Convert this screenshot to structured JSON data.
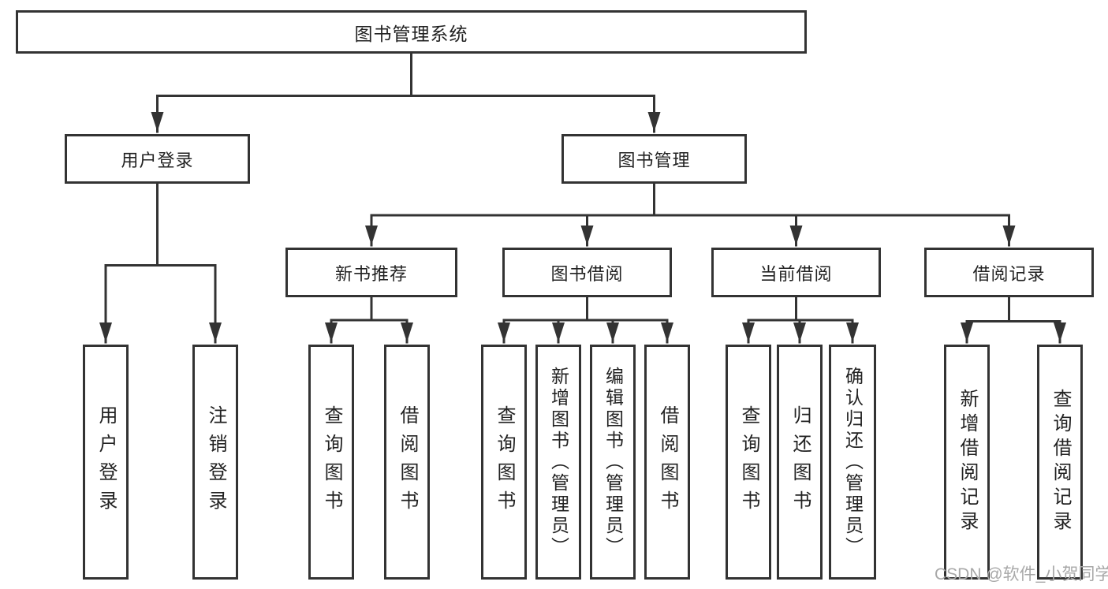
{
  "diagram": {
    "root": {
      "label": "图书管理系统",
      "children": [
        {
          "label": "用户登录",
          "children": [
            {
              "label": "用户登录"
            },
            {
              "label": "注销登录"
            }
          ]
        },
        {
          "label": "图书管理",
          "children": [
            {
              "label": "新书推荐",
              "children": [
                {
                  "label": "查询图书"
                },
                {
                  "label": "借阅图书"
                }
              ]
            },
            {
              "label": "图书借阅",
              "children": [
                {
                  "label": "查询图书"
                },
                {
                  "label": "新增图书（管理员）"
                },
                {
                  "label": "编辑图书（管理员）"
                },
                {
                  "label": "借阅图书"
                }
              ]
            },
            {
              "label": "当前借阅",
              "children": [
                {
                  "label": "查询图书"
                },
                {
                  "label": "归还图书"
                },
                {
                  "label": "确认归还（管理员）"
                }
              ]
            },
            {
              "label": "借阅记录",
              "children": [
                {
                  "label": "新增借阅记录"
                },
                {
                  "label": "查询借阅记录"
                }
              ]
            }
          ]
        }
      ]
    }
  },
  "watermark": {
    "text": "CSDN @软件_小贺同学"
  },
  "colors": {
    "line": "#333333",
    "box_border": "#333333",
    "text": "#222222",
    "watermark": "#a8a8a8",
    "background": "#ffffff"
  }
}
